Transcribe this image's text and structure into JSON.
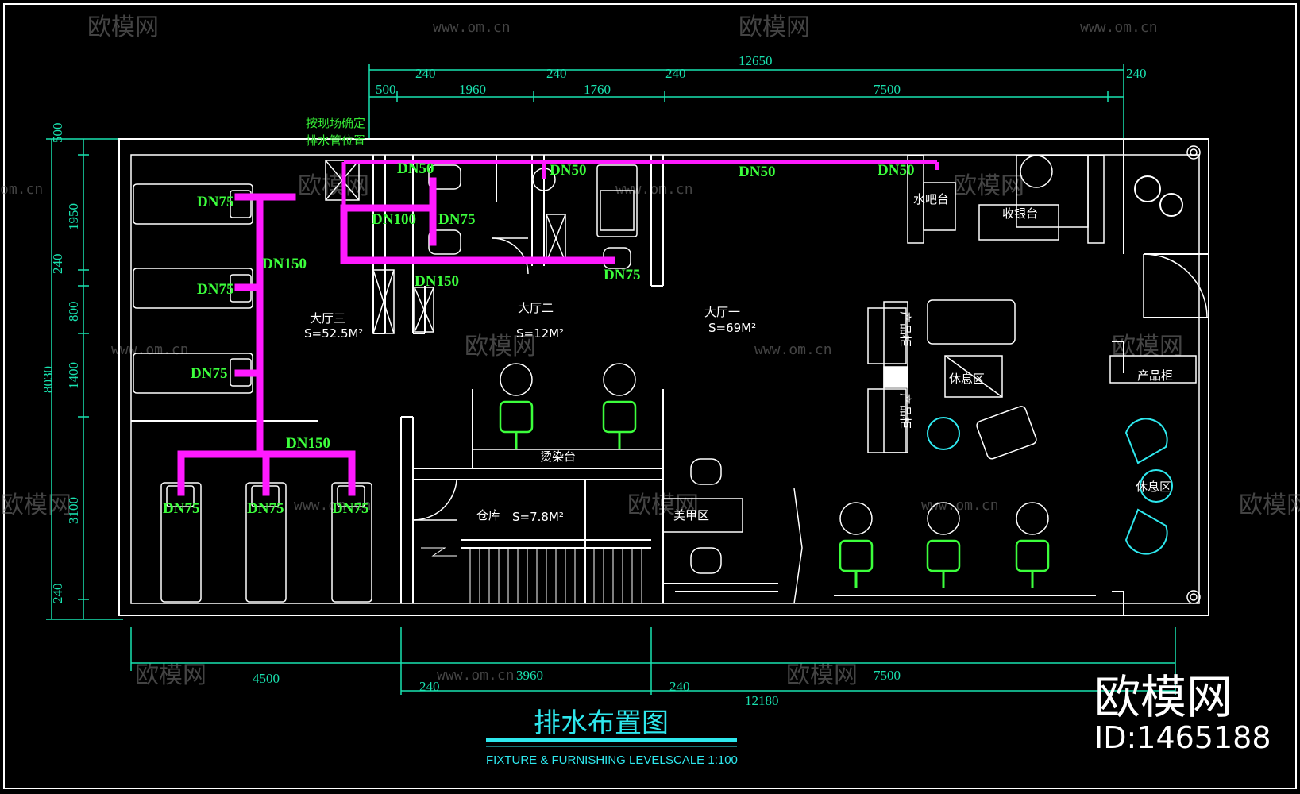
{
  "drawing": {
    "title": "排水布置图",
    "subtitle": "FIXTURE  &  FURNISHING  LEVEL",
    "scale": "SCALE  1:100",
    "note_line1": "按现场确定",
    "note_line2": "排水管位置"
  },
  "dimensions": {
    "top_total": "12650",
    "top_240_a": "240",
    "top_240_b": "240",
    "top_240_c": "240",
    "top_240_d": "240",
    "top_500": "500",
    "top_1960": "1960",
    "top_1760": "1760",
    "top_7500": "7500",
    "left_500": "500",
    "left_1950": "1950",
    "left_240_a": "240",
    "left_800": "800",
    "left_8030": "8030",
    "left_1400": "1400",
    "left_3100": "3100",
    "left_240_b": "240",
    "bottom_4500": "4500",
    "bottom_3960": "3960",
    "bottom_7500": "7500",
    "bottom_240_a": "240",
    "bottom_240_b": "240",
    "bottom_total": "12180"
  },
  "pipes": {
    "dn50_a": "DN50",
    "dn50_b": "DN50",
    "dn50_c": "DN50",
    "dn50_d": "DN50",
    "dn100": "DN100",
    "dn75_top": "DN75",
    "dn75_basin": "DN75",
    "dn75_wash1": "DN75",
    "dn75_wash2": "DN75",
    "dn75_wash3": "DN75",
    "dn150_a": "DN150",
    "dn150_b": "DN150",
    "dn150_c": "DN150",
    "dn75_bed1": "DN75",
    "dn75_bed2": "DN75",
    "dn75_bed3": "DN75"
  },
  "rooms": {
    "hall3": "大厅三",
    "hall3_area": "S=52.5M²",
    "hall2": "大厅二",
    "hall2_area": "S=12M²",
    "hall1": "大厅一",
    "hall1_area": "S=69M²",
    "dye_station": "烫染台",
    "warehouse": "仓库",
    "warehouse_area": "S=7.8M²",
    "nail_area": "美甲区",
    "water_bar": "水吧台",
    "cashier": "收银台",
    "product_cabinet_1": "产品柜",
    "product_cabinet_2": "产品柜",
    "product_cabinet_3": "产品柜",
    "rest_area_1": "休息区",
    "rest_area_2": "休息区"
  },
  "watermark": {
    "brand": "欧模网",
    "url": "www.om.cn",
    "url_short": "om.cn",
    "id": "ID:1465188"
  },
  "colors": {
    "background": "#000000",
    "wall": "#ffffff",
    "pipe": "#ff1aff",
    "dimension": "#19e3b0",
    "fixture_green": "#3cff3c",
    "title": "#2ee8ee"
  }
}
